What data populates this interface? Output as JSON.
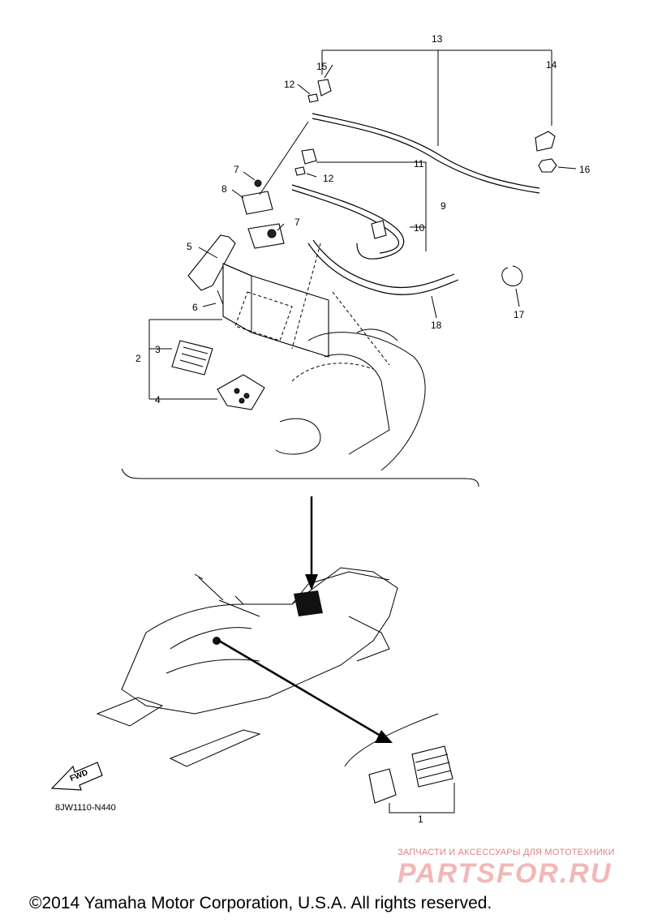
{
  "diagram": {
    "code": "8JW1110-N440",
    "fwd_label": "FWD",
    "callouts": {
      "c1": "1",
      "c2": "2",
      "c3": "3",
      "c4": "4",
      "c5": "5",
      "c6": "6",
      "c7a": "7",
      "c7b": "7",
      "c8": "8",
      "c9": "9",
      "c10": "10",
      "c11": "11",
      "c12a": "12",
      "c12b": "12",
      "c13": "13",
      "c14": "14",
      "c15": "15",
      "c16": "16",
      "c17": "17",
      "c18": "18"
    }
  },
  "watermark": {
    "tagline": "ЗАПЧАСТИ И АКСЕССУАРЫ ДЛЯ МОТОТЕХНИКИ",
    "brand": "PARTSFOR.RU"
  },
  "footer": {
    "copyright": "©2014 Yamaha Motor Corporation, U.S.A. All rights reserved."
  }
}
